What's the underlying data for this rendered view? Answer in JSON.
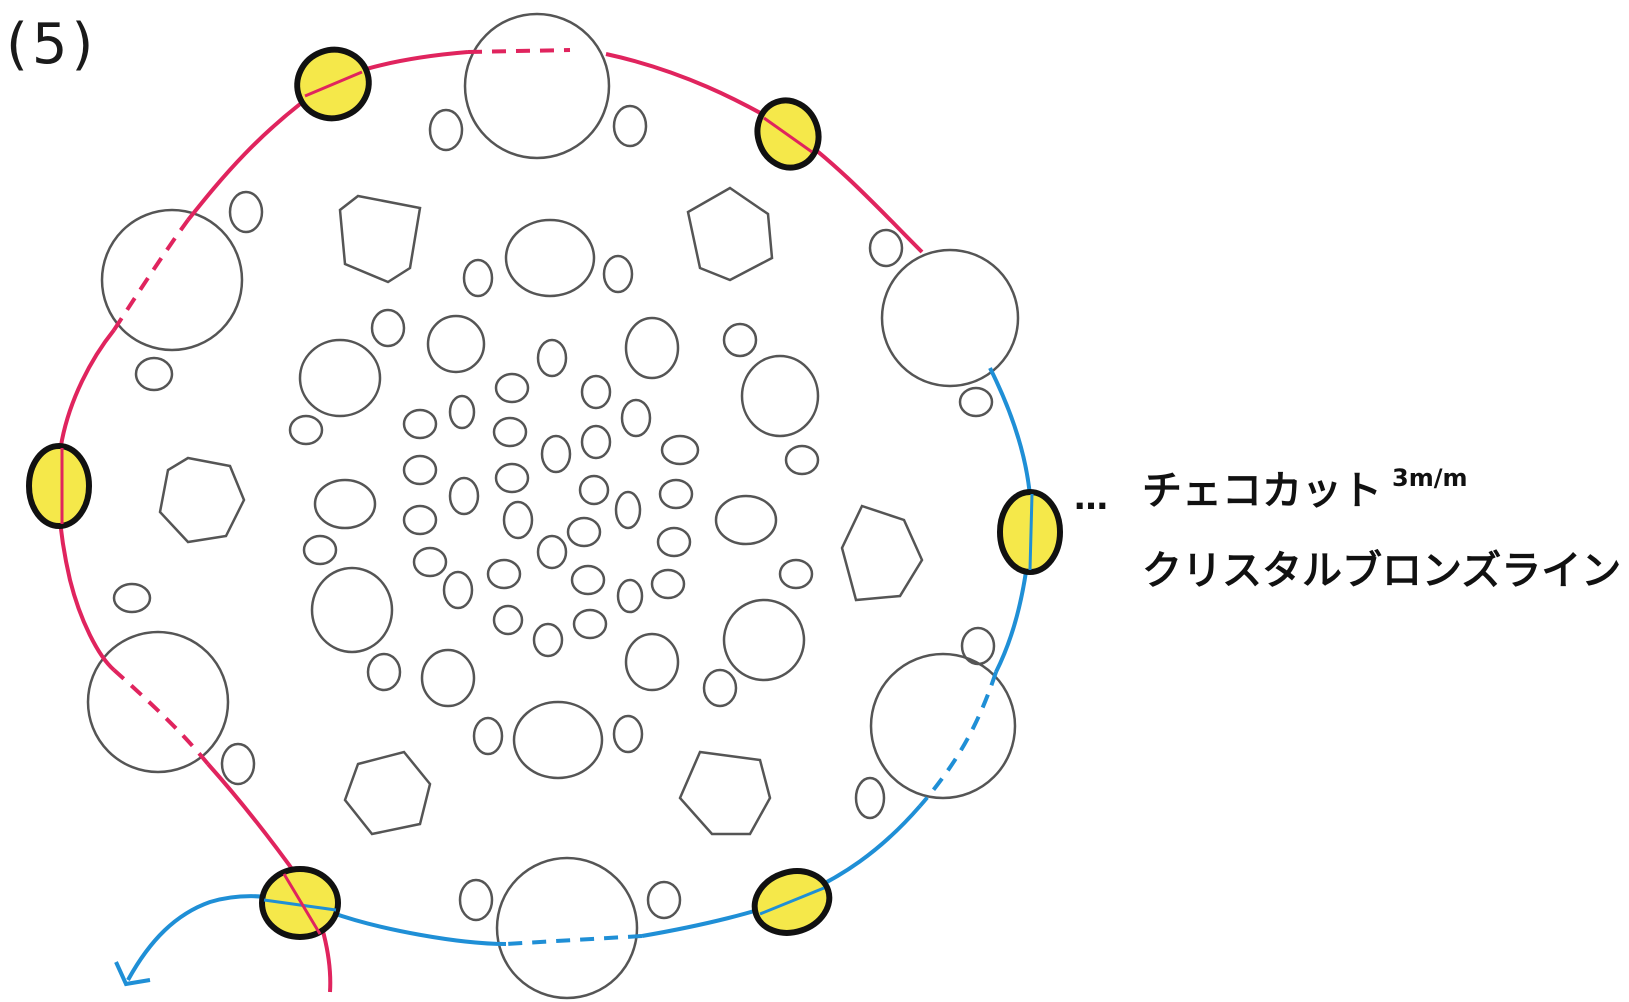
{
  "step_label": "(5)",
  "annotation": {
    "leader": "…",
    "line1": "チェコカット",
    "size": "3m/m",
    "line2": "クリスタルブロンズライン"
  },
  "colors": {
    "pink_thread": "#e0245e",
    "blue_thread": "#1f8fd6",
    "bead_fill": "#f5e84a",
    "bead_outline": "#111111",
    "motif_outline": "#555555"
  }
}
